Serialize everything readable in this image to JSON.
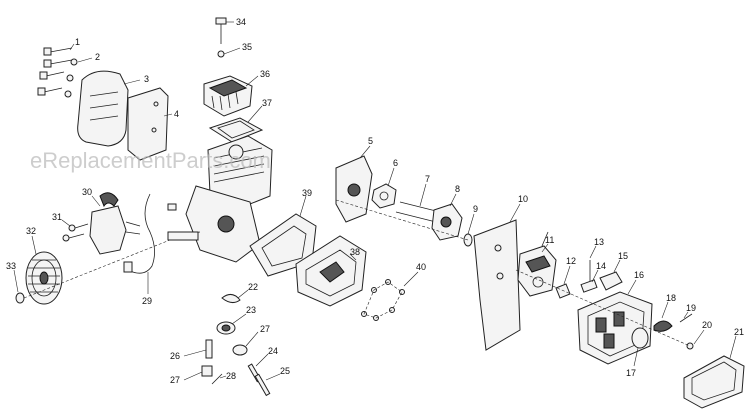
{
  "watermark": "eReplacementParts.com",
  "callouts": [
    "1",
    "2",
    "3",
    "4",
    "5",
    "6",
    "7",
    "8",
    "9",
    "10",
    "11",
    "12",
    "13",
    "14",
    "15",
    "16",
    "17",
    "18",
    "19",
    "20",
    "21",
    "22",
    "23",
    "24",
    "25",
    "26",
    "27",
    "28",
    "29",
    "30",
    "31",
    "32",
    "33",
    "34",
    "35",
    "36",
    "37",
    "38",
    "39",
    "40"
  ]
}
